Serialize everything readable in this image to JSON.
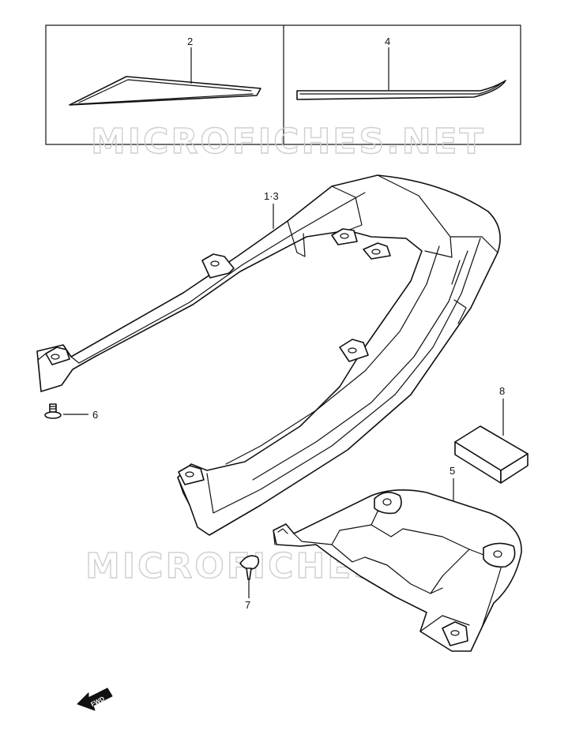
{
  "callouts": {
    "part_2": "2",
    "part_4": "4",
    "part_1_3": "1·3",
    "part_6": "6",
    "part_8": "8",
    "part_5": "5",
    "part_7": "7"
  },
  "watermark": "MICROFICHES.NET",
  "fwd_label": "FWD",
  "colors": {
    "line": "#111111",
    "watermark": "#cfcfcf",
    "background": "#ffffff"
  }
}
